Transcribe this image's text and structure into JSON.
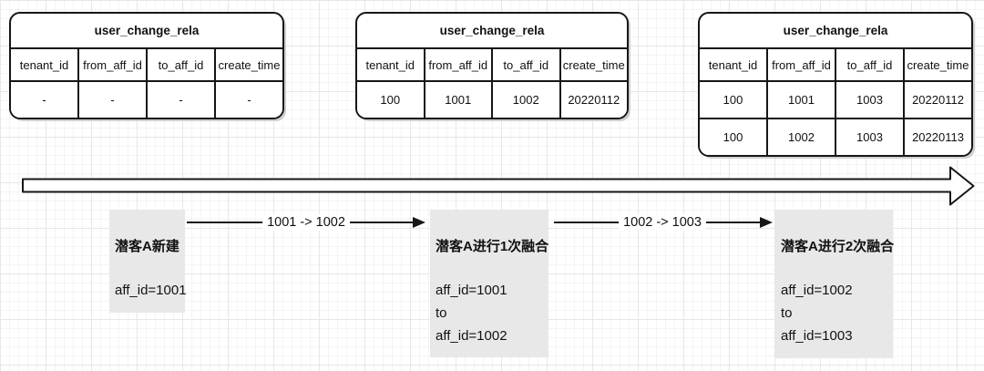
{
  "diagram": {
    "tables": [
      {
        "title": "user_change_rela",
        "columns": [
          "tenant_id",
          "from_aff_id",
          "to_aff_id",
          "create_time"
        ],
        "rows": [
          [
            "-",
            "-",
            "-",
            "-"
          ]
        ]
      },
      {
        "title": "user_change_rela",
        "columns": [
          "tenant_id",
          "from_aff_id",
          "to_aff_id",
          "create_time"
        ],
        "rows": [
          [
            "100",
            "1001",
            "1002",
            "20220112"
          ]
        ]
      },
      {
        "title": "user_change_rela",
        "columns": [
          "tenant_id",
          "from_aff_id",
          "to_aff_id",
          "create_time"
        ],
        "rows": [
          [
            "100",
            "1001",
            "1003",
            "20220112"
          ],
          [
            "100",
            "1002",
            "1003",
            "20220113"
          ]
        ]
      }
    ],
    "stages": [
      {
        "title": "潜客A新建",
        "lines": [
          "aff_id=1001"
        ]
      },
      {
        "title": "潜客A进行1次融合",
        "lines": [
          "aff_id=1001",
          "to",
          "aff_id=1002"
        ]
      },
      {
        "title": "潜客A进行2次融合",
        "lines": [
          "aff_id=1002",
          "to",
          "aff_id=1003"
        ]
      }
    ],
    "transitions": [
      {
        "label": "1001 -> 1002"
      },
      {
        "label": "1002 -> 1003"
      }
    ],
    "colors": {
      "stroke": "#161616",
      "table_bg": "#ffffff",
      "stage_box_bg": "#e8e8e8",
      "grid_minor": "#f4f4f4",
      "grid_major": "#e7e7e7"
    }
  }
}
